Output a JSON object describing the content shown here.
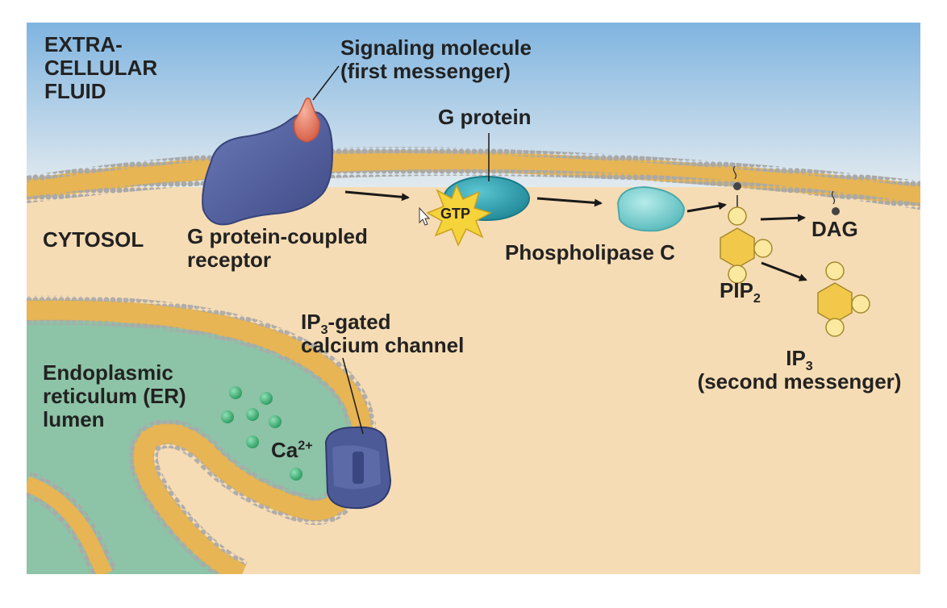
{
  "labels": {
    "extracellular": [
      "EXTRA-",
      "CELLULAR",
      "FLUID"
    ],
    "cytosol": "CYTOSOL",
    "signaling": [
      "Signaling molecule",
      "(first messenger)"
    ],
    "g_protein": "G protein",
    "gpcr": [
      "G protein-coupled",
      "receptor"
    ],
    "gtp": "GTP",
    "plc": "Phospholipase C",
    "dag": "DAG",
    "pip2_main": "PIP",
    "pip2_sub": "2",
    "ip3_main": "IP",
    "ip3_sub": "3",
    "second_messenger": "(second messenger)",
    "channel_ip": "IP",
    "channel_sub": "3",
    "channel_rest": "-gated",
    "channel_line2": "calcium channel",
    "er": [
      "Endoplasmic",
      "reticulum (ER)",
      "lumen"
    ],
    "ca_main": "Ca",
    "ca_sup": "2+"
  },
  "colors": {
    "extracellular_top": "#7fb4e0",
    "extracellular_bottom": "#e9eef0",
    "cytosol": "#f6dcb4",
    "membrane_core": "#e7b553",
    "lipid_head": "#a9a9a9",
    "er_lumen": "#8dc3a6",
    "receptor": "#5160a0",
    "signal_molecule": "#e88a72",
    "g_protein": "#2a9fb0",
    "phospholipase": "#7fd0cf",
    "gtp_star": "#f5d33a",
    "sugar_ring": "#f2c84a",
    "phosphate": "#fbe9a0",
    "calcium_ion": "#3eb274",
    "channel": "#4c5b98"
  }
}
